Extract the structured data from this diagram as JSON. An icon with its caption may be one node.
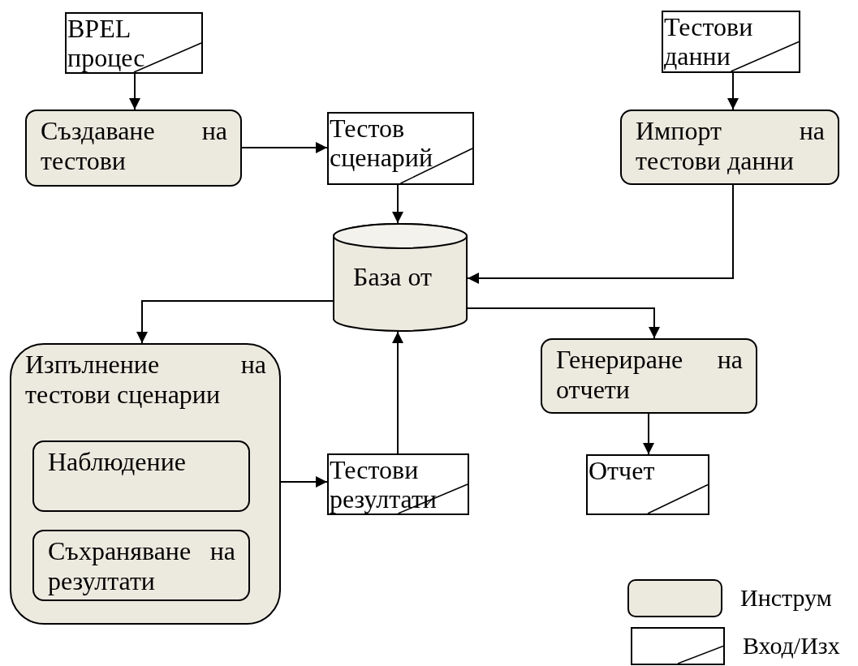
{
  "diagram": {
    "nodes": [
      {
        "text": [
          "BPEL процес"
        ]
      },
      {
        "text": [
          "Създаване на тестови"
        ]
      },
      {
        "text": [
          "Тестов сценарий"
        ]
      },
      {
        "text": [
          "Тестови данни"
        ]
      },
      {
        "text": [
          "Импорт на тестови данни"
        ]
      },
      {
        "text": [
          "База от"
        ]
      },
      {
        "text": [
          "Изпълнение на тестови сценарии"
        ]
      },
      {
        "text": [
          "Наблюдение"
        ],
        "in": 6
      },
      {
        "text": [
          "Съхраняване на резултати"
        ],
        "in": 6
      },
      {
        "text": [
          "Тестови резултати"
        ]
      },
      {
        "text": [
          "Генериране на отчети"
        ]
      },
      {
        "text": [
          "Отчет"
        ]
      }
    ],
    "edges": [
      {
        "from": 0,
        "to": 1,
        "arrow": "to"
      },
      {
        "from": 1,
        "to": 2,
        "arrow": "to"
      },
      {
        "from": 2,
        "to": 5,
        "arrow": "to"
      },
      {
        "from": 3,
        "to": 4,
        "arrow": "to"
      },
      {
        "from": 4,
        "to": 5,
        "arrow": "to"
      },
      {
        "from": 5,
        "to": 6,
        "arrow": "to"
      },
      {
        "from": 5,
        "to": 10,
        "arrow": "to"
      },
      {
        "from": 6,
        "to": 9,
        "arrow": "to"
      },
      {
        "from": 9,
        "to": 5,
        "arrow": "to"
      },
      {
        "from": 10,
        "to": 11,
        "arrow": "to"
      }
    ],
    "legend": [
      {
        "text": "Инструм",
        "color": "#ece9df"
      },
      {
        "text": "Вход/Изх"
      }
    ]
  }
}
